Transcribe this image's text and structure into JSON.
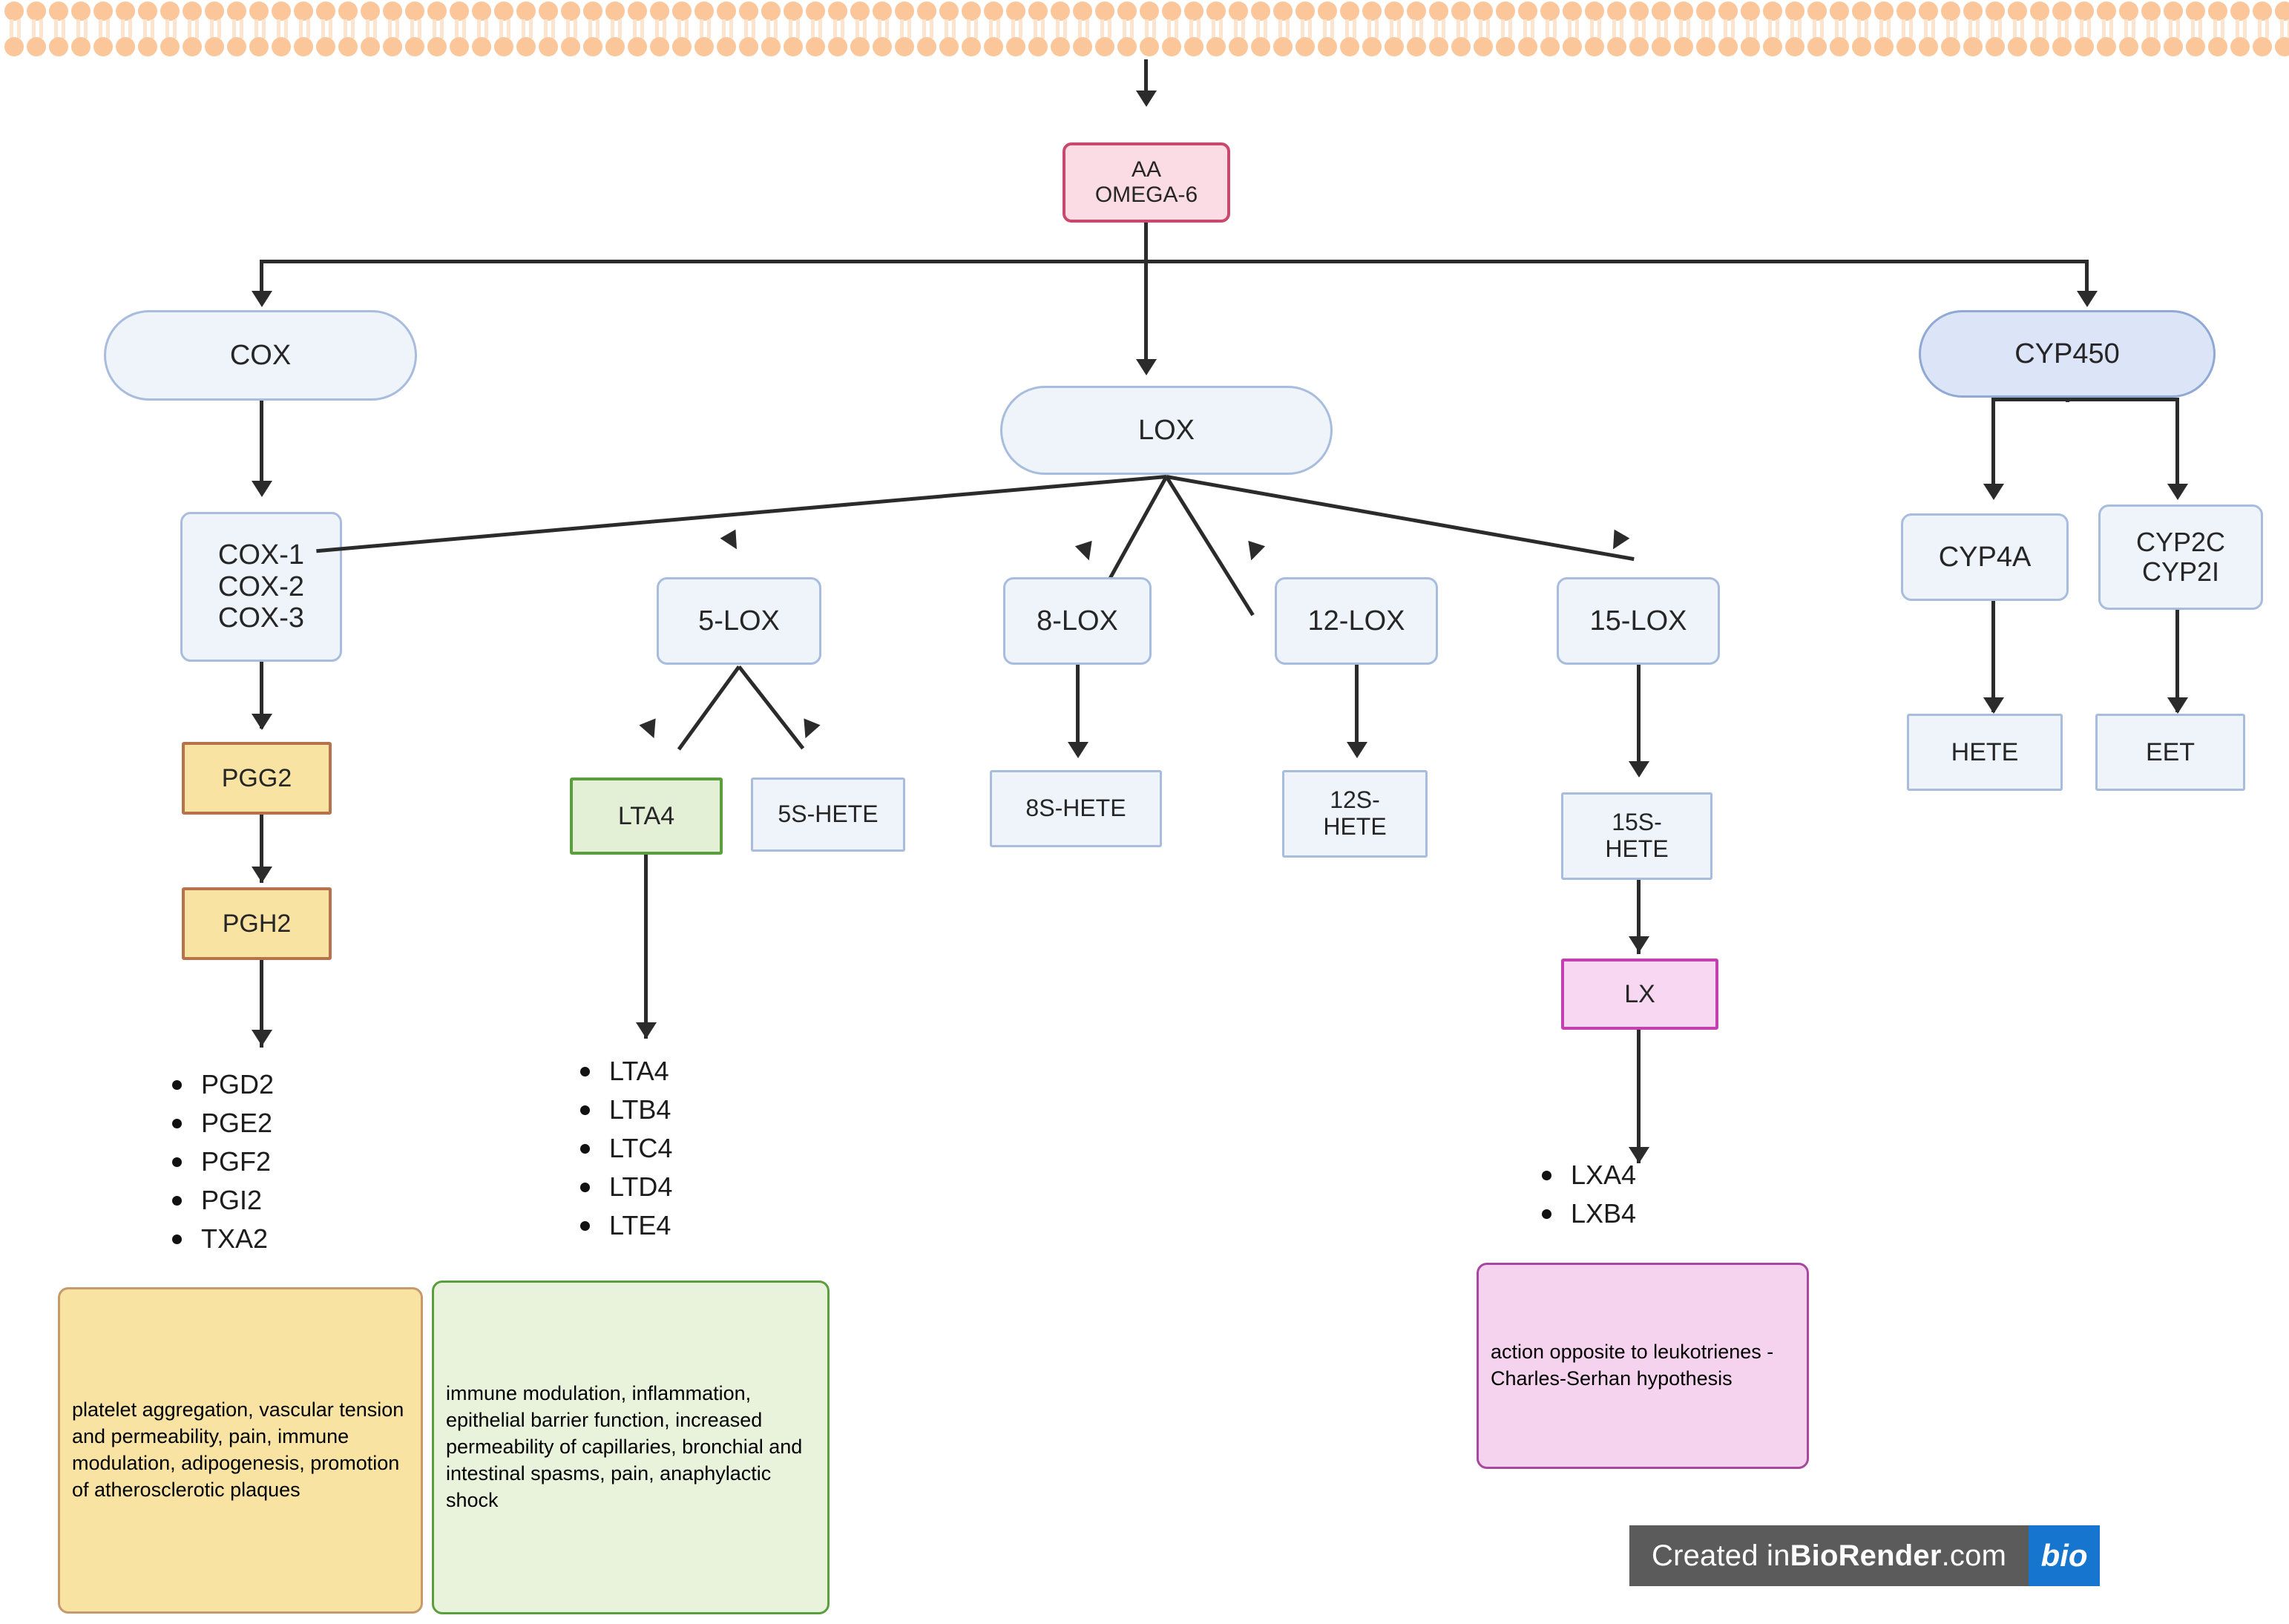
{
  "diagram": {
    "title": "Arachidonic acid (omega-6) metabolic pathway",
    "colors": {
      "membrane_head": "#FBC79A",
      "membrane_tail": "#FDE4CE",
      "blue_fill": "#EFF3FA",
      "blue_border": "#A8BCDE",
      "pink_fill": "#FBDCE4",
      "pink_border": "#C9486E",
      "yellow_fill": "#F8E3A3",
      "yellow_border": "#B5724B",
      "green_fill": "#E4F0D6",
      "green_border": "#5A9E3E",
      "magenta_fill": "#F7D7F1",
      "magenta_border": "#C43FAF",
      "arrow": "#2b2b2b"
    }
  },
  "nodes": {
    "aa": {
      "line1": "AA",
      "line2": "OMEGA-6"
    },
    "cox": "COX",
    "cox_isoforms": {
      "line1": "COX-1",
      "line2": "COX-2",
      "line3": "COX-3"
    },
    "pgg2": "PGG2",
    "pgh2": "PGH2",
    "lox": "LOX",
    "lox5": "5-LOX",
    "lox8": "8-LOX",
    "lox12": "12-LOX",
    "lox15": "15-LOX",
    "lta4": "LTA4",
    "hete5s": "5S-HETE",
    "hete8s": "8S-HETE",
    "hete12s": {
      "line1": "12S-",
      "line2": "HETE"
    },
    "hete15s": {
      "line1": "15S-",
      "line2": "HETE"
    },
    "lx": "LX",
    "cyp450": "CYP450",
    "cyp4a": "CYP4A",
    "cyp2c2j": {
      "line1": "CYP2C",
      "line2": "CYP2I"
    },
    "hete": "HETE",
    "eet": "EET"
  },
  "lists": {
    "prostanoids": [
      "PGD2",
      "PGE2",
      "PGF2",
      "PGI2",
      "TXA2"
    ],
    "leukotrienes": [
      "LTA4",
      "LTB4",
      "LTC4",
      "LTD4",
      "LTE4"
    ],
    "lipoxins": [
      "LXA4",
      "LXB4"
    ]
  },
  "descriptions": {
    "cox_effects": "platelet aggregation, vascular tension and permeability, pain, immune modulation, adipogenesis, promotion of atherosclerotic plaques",
    "lt_effects": "immune modulation, inflammation, epithelial barrier function, increased permeability of capillaries, bronchial and intestinal spasms, pain, anaphylactic shock",
    "lx_effects": "action opposite to leukotrienes - Charles-Serhan hypothesis"
  },
  "watermark": {
    "prefix": "Created in ",
    "brand": "BioRender",
    "suffix": ".com",
    "logo": "bio"
  }
}
